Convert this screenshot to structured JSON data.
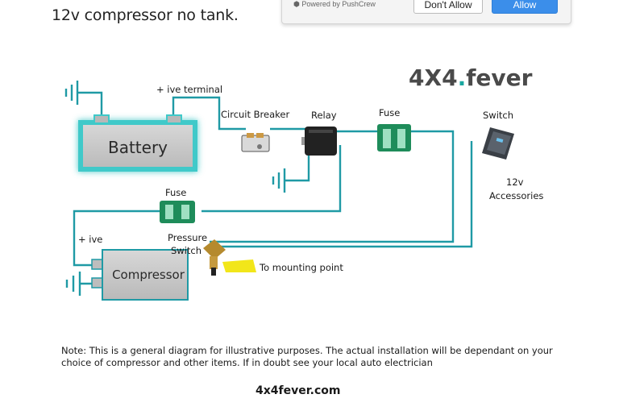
{
  "page": {
    "title": "12v compressor no tank."
  },
  "push_dialog": {
    "powered_by": "Powered by PushCrew",
    "deny_label": "Don't Allow",
    "allow_label": "Allow"
  },
  "diagram": {
    "brand": {
      "prefix": "4X4",
      "dot": ".",
      "suffix": "fever"
    },
    "labels": {
      "positive_terminal": "+ ive terminal",
      "battery": "Battery",
      "circuit_breaker": "Circuit Breaker",
      "relay": "Relay",
      "fuse_top": "Fuse",
      "switch": "Switch",
      "accessories_line1": "12v",
      "accessories_line2": "Accessories",
      "fuse_mid": "Fuse",
      "compressor_positive": "+ ive",
      "pressure_switch_line1": "Pressure",
      "pressure_switch_line2": "Switch",
      "compressor": "Compressor",
      "mounting_point": "To mounting point"
    },
    "note_line1": "Note: This is a general diagram for illustrative purposes. The actual installation will be dependant on your",
    "note_line2": "choice of compressor and other items. If in doubt see your local auto electrician",
    "website": "4x4fever.com"
  },
  "colors": {
    "wire": "#1f9aa5",
    "glow": "#3fc9c9",
    "fuse_green": "#1e8c5a",
    "brand_gray": "#4a4a4a",
    "brand_teal": "#1aa7a0",
    "allow_blue": "#3b8eea",
    "tape_yellow": "#f2e61a"
  }
}
